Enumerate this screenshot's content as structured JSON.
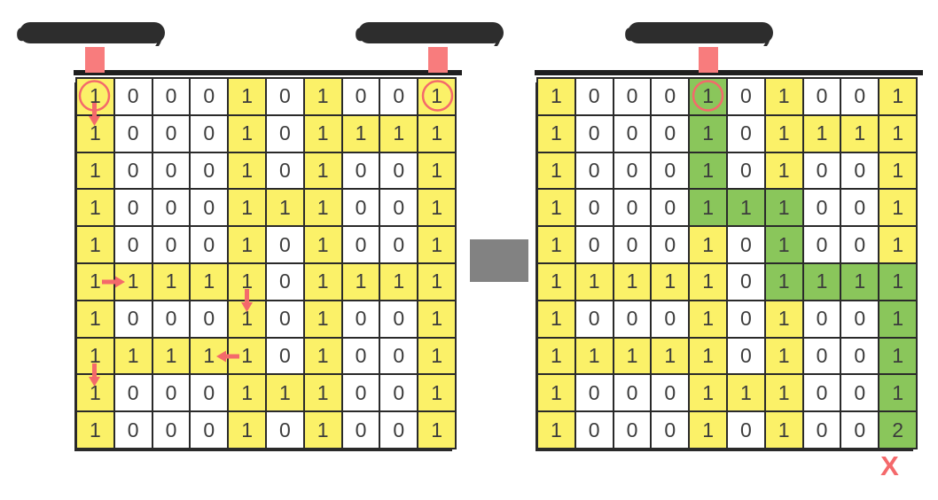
{
  "colors": {
    "y": "#FBF168",
    "w": "#FFFFFF",
    "g": "#8AC65B",
    "pink": "#F4696B",
    "pointer": "#F87C7D",
    "redaction": "#2D2D2D",
    "transform_block": "#828282",
    "grid_line": "#2A2A2A",
    "digit": "#3C3C3C"
  },
  "labels": [
    {
      "prefix": "d",
      "redacted": true,
      "suffix": ")"
    },
    {
      "prefix": "d",
      "redacted": true,
      "suffix": ")"
    },
    {
      "prefix": "d",
      "redacted": true,
      "suffix": ")"
    }
  ],
  "pointers": [
    {
      "grid": "left",
      "col": 0
    },
    {
      "grid": "left",
      "col": 9
    },
    {
      "grid": "right",
      "col": 4
    }
  ],
  "grids": {
    "left": {
      "values": [
        "1000101001",
        "1000101111",
        "1000101001",
        "1000111001",
        "1000101001",
        "1111101111",
        "1000101001",
        "1111101001",
        "1000111001",
        "1000101001"
      ],
      "states": [
        "ywwwywywwy",
        "ywwwywyyyy",
        "ywwwywywwy",
        "ywwwyyywwy",
        "ywwwywywwy",
        "yyyyywyyyy",
        "ywwwywywwy",
        "yyyyywywwy",
        "ywwwyyywwy",
        "ywwwywywwy"
      ]
    },
    "right": {
      "values": [
        "1000101001",
        "1000101111",
        "1000101001",
        "1000111001",
        "1000101001",
        "1111101111",
        "1000101001",
        "1111101001",
        "1000111001",
        "1000101002"
      ],
      "states": [
        "ywwwgwywwy",
        "ywwwgwyyyy",
        "ywwwgwywwy",
        "ywwwgggwwy",
        "ywwwywgwwy",
        "yyyyywgggg",
        "ywwwywywwg",
        "yyyyywywwg",
        "ywwwyyywwg",
        "ywwwywywwg"
      ]
    }
  },
  "annotations": {
    "circles": [
      {
        "grid": "left",
        "row": 0,
        "col": 0
      },
      {
        "grid": "left",
        "row": 0,
        "col": 9
      },
      {
        "grid": "right",
        "row": 0,
        "col": 4
      }
    ],
    "arrows": [
      {
        "grid": "left",
        "row": 0,
        "col": 0,
        "dir": "down"
      },
      {
        "grid": "left",
        "row": 5,
        "col": 0,
        "dir": "right"
      },
      {
        "grid": "left",
        "row": 5,
        "col": 4,
        "dir": "down"
      },
      {
        "grid": "left",
        "row": 7,
        "col": 4,
        "dir": "left"
      },
      {
        "grid": "left",
        "row": 7,
        "col": 0,
        "dir": "down"
      }
    ],
    "x_mark": {
      "grid": "right",
      "row": 9,
      "col": 9,
      "label": "X"
    }
  }
}
